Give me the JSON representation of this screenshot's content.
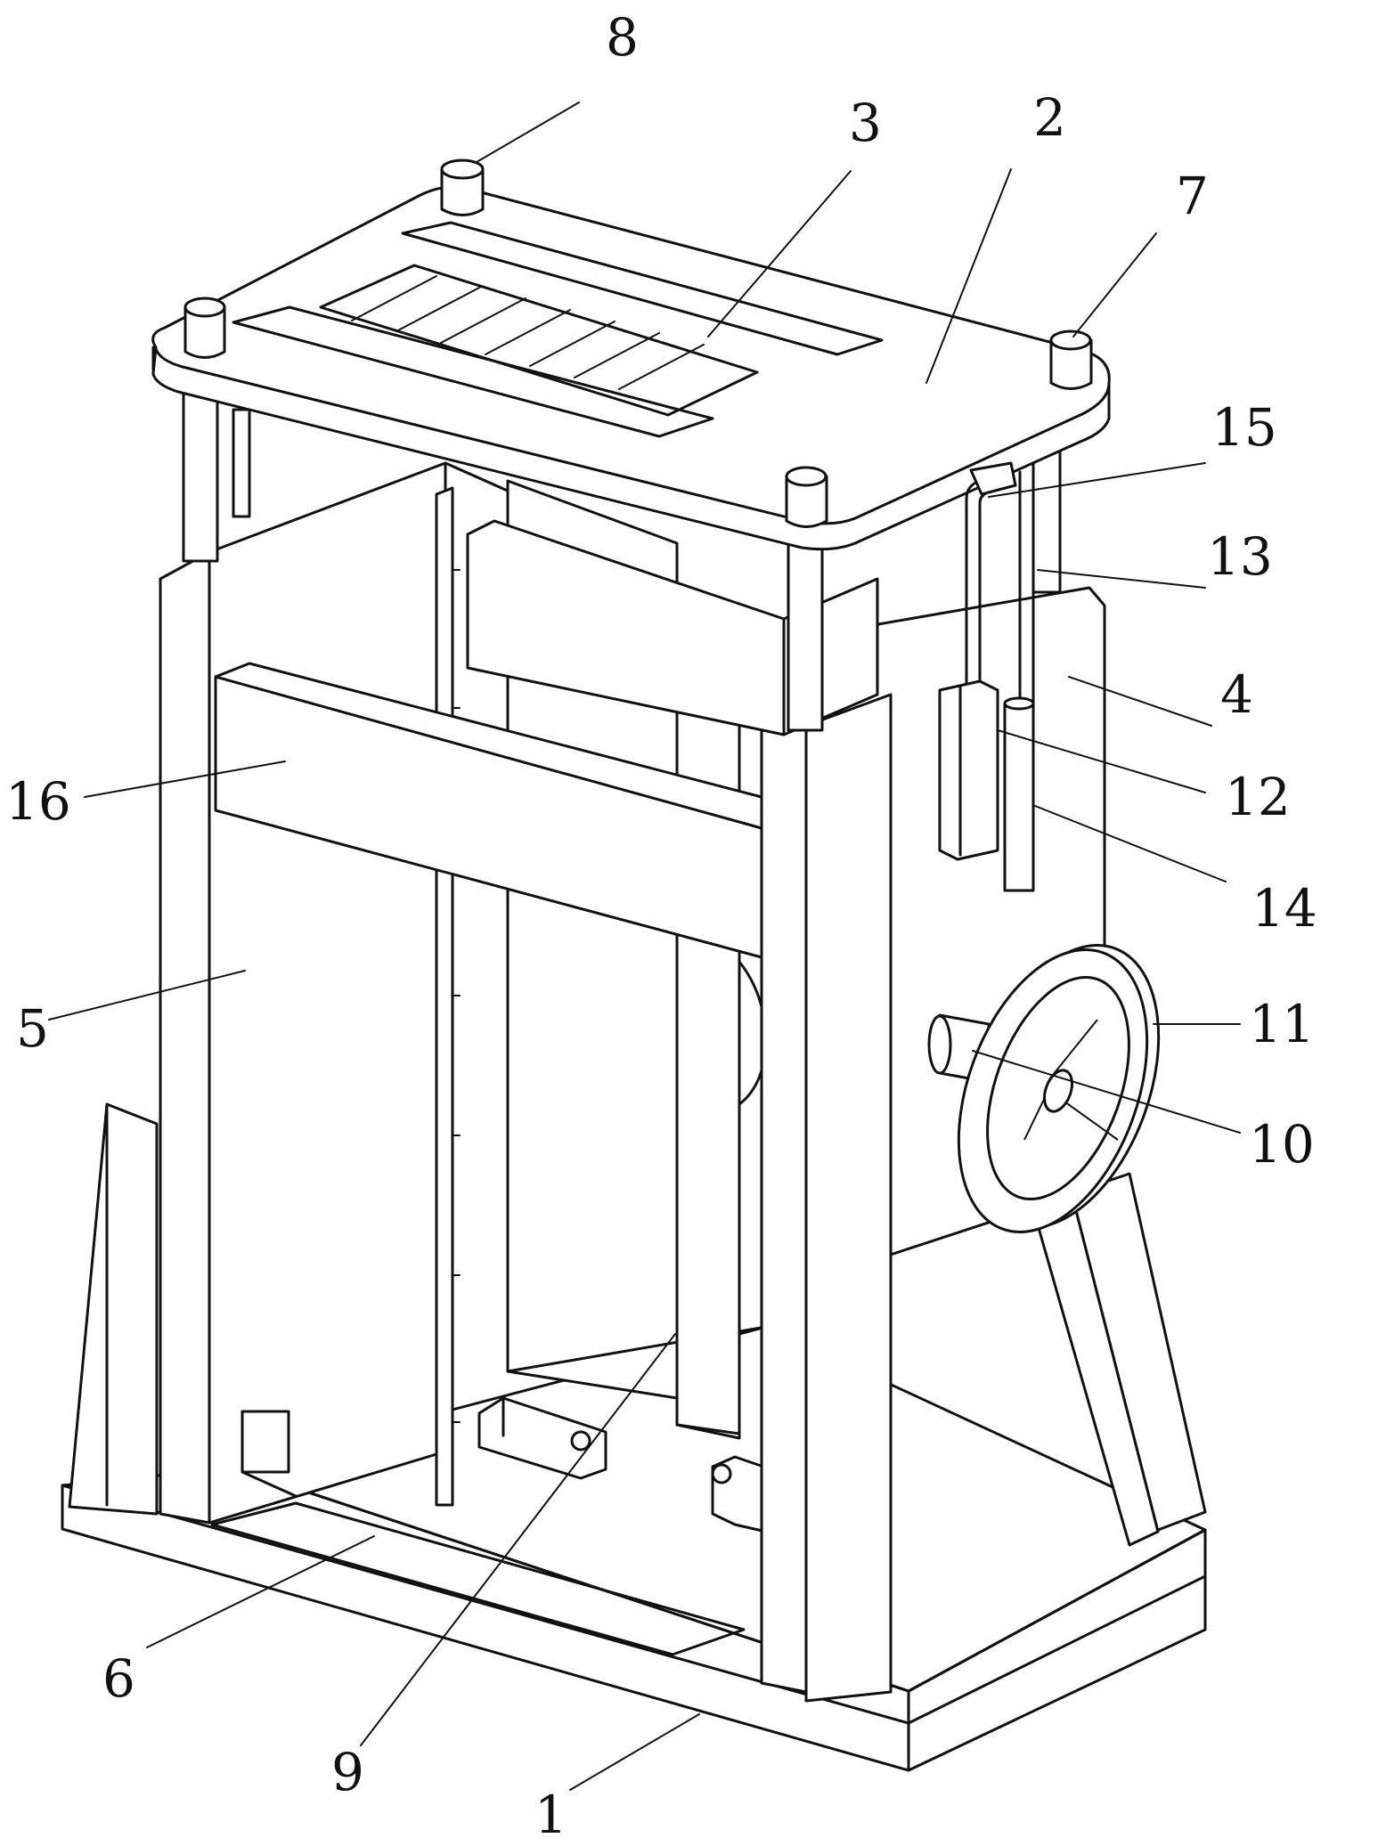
{
  "callouts": [
    {
      "id": "1",
      "label": "1",
      "part": "base"
    },
    {
      "id": "2",
      "label": "2",
      "part": "top-plate"
    },
    {
      "id": "3",
      "label": "3",
      "part": "cutter-grid"
    },
    {
      "id": "4",
      "label": "4",
      "part": "right-side-plate"
    },
    {
      "id": "5",
      "label": "5",
      "part": "left-side-plate"
    },
    {
      "id": "6",
      "label": "6",
      "part": "bottom-tray"
    },
    {
      "id": "7",
      "label": "7",
      "part": "guide-post-cap-right"
    },
    {
      "id": "8",
      "label": "8",
      "part": "guide-post-cap-rear"
    },
    {
      "id": "9",
      "label": "9",
      "part": "inner-column"
    },
    {
      "id": "10",
      "label": "10",
      "part": "shaft"
    },
    {
      "id": "11",
      "label": "11",
      "part": "handwheel"
    },
    {
      "id": "12",
      "label": "12",
      "part": "cylinder-block"
    },
    {
      "id": "13",
      "label": "13",
      "part": "guide-rod"
    },
    {
      "id": "14",
      "label": "14",
      "part": "piston-rod"
    },
    {
      "id": "15",
      "label": "15",
      "part": "bracket"
    },
    {
      "id": "16",
      "label": "16",
      "part": "crossbeam"
    }
  ],
  "colors": {
    "line": "#111111",
    "background": "#ffffff"
  }
}
